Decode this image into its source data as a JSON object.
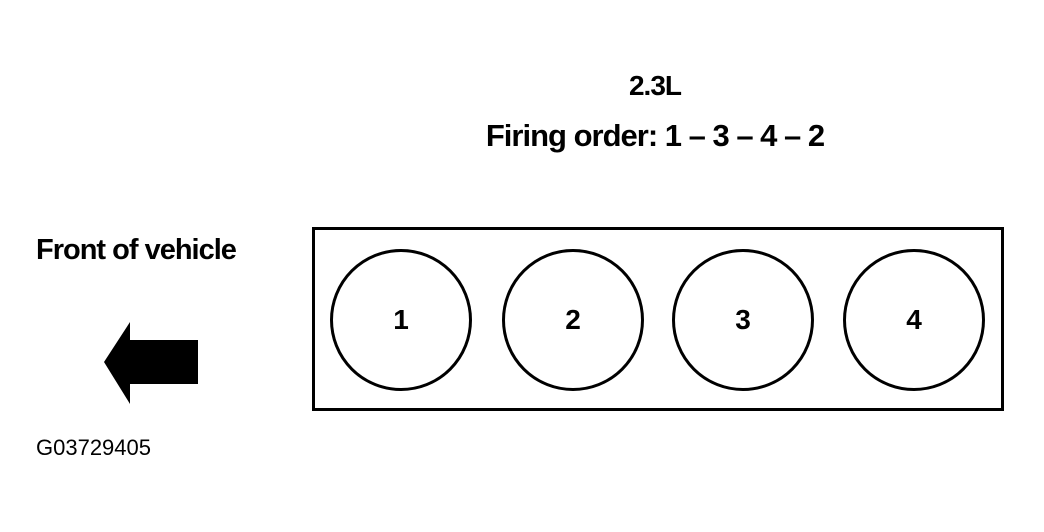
{
  "engine": "2.3L",
  "firing_order": "Firing order:  1 – 3 – 4 – 2",
  "front_label": "Front of vehicle",
  "cylinders": [
    {
      "number": "1"
    },
    {
      "number": "2"
    },
    {
      "number": "3"
    },
    {
      "number": "4"
    }
  ],
  "figure_id": "G03729405",
  "colors": {
    "ink": "#000000",
    "background": "#ffffff"
  },
  "icons": {
    "direction": "arrow-left-icon"
  }
}
